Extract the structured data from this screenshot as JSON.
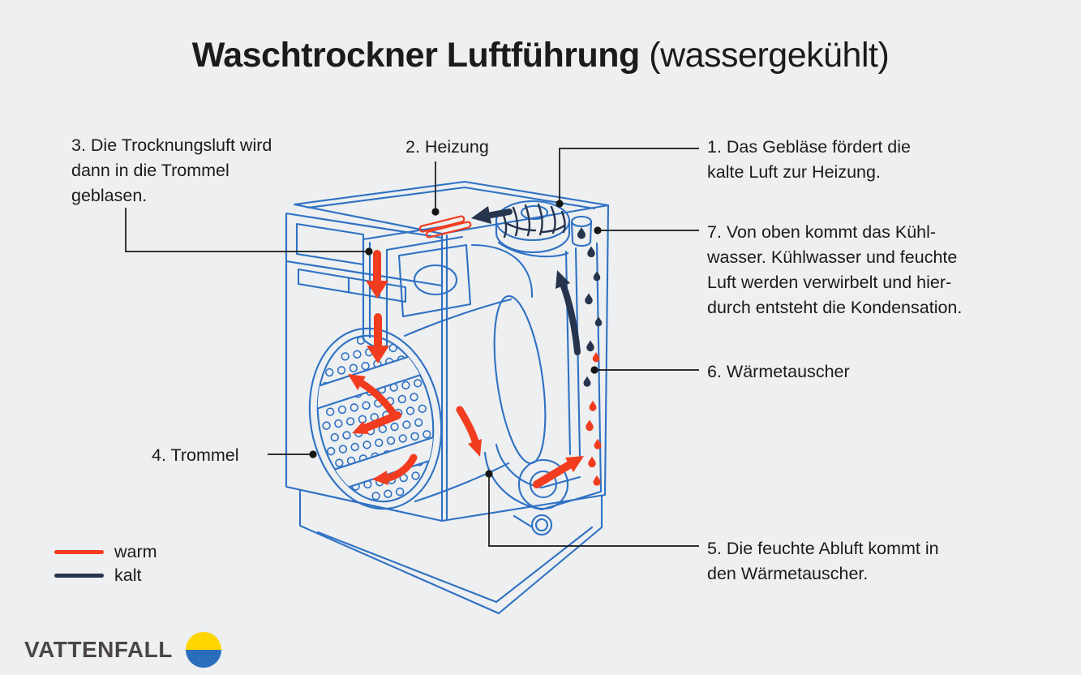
{
  "title": {
    "main": "Waschtrockner Luftführung",
    "suffix": " (wassergekühlt)"
  },
  "labels": [
    {
      "id": "1",
      "text": "1. Das Gebläse fördert die\nkalte Luft zur Heizung."
    },
    {
      "id": "2",
      "text": "2. Heizung"
    },
    {
      "id": "3",
      "text": "3. Die Trocknungsluft wird\ndann in die Trommel\ngeblasen."
    },
    {
      "id": "4",
      "text": "4. Trommel"
    },
    {
      "id": "5",
      "text": "5. Die feuchte Abluft kommt in\nden Wärmetauscher."
    },
    {
      "id": "6",
      "text": "6. Wärmetauscher"
    },
    {
      "id": "7",
      "text": "7. Von oben kommt das Kühl-\nwasser. Kühlwasser und feuchte\nLuft werden verwirbelt und hier-\ndurch entsteht die Kondensation."
    }
  ],
  "legend": {
    "items": [
      {
        "label": "warm",
        "color": "#f23c1f"
      },
      {
        "label": "kalt",
        "color": "#26344e"
      }
    ]
  },
  "logo": {
    "wordmark": "VATTENFALL"
  },
  "colors": {
    "background": "#edeff0",
    "outline_blue": "#2e71c3",
    "warm_red": "#f23c1f",
    "cold_navy": "#26344e",
    "connector_black": "#161616",
    "logo_text": "#4b4643",
    "logo_yellow": "#ffd500",
    "logo_blue": "#2a6ebb"
  },
  "icons": [
    "fan-icon",
    "heater-coil-icon",
    "drum-icon",
    "heat-exchanger-icon",
    "water-droplet-icon",
    "warm-arrow-icon",
    "cold-arrow-icon",
    "vattenfall-mark-icon"
  ]
}
